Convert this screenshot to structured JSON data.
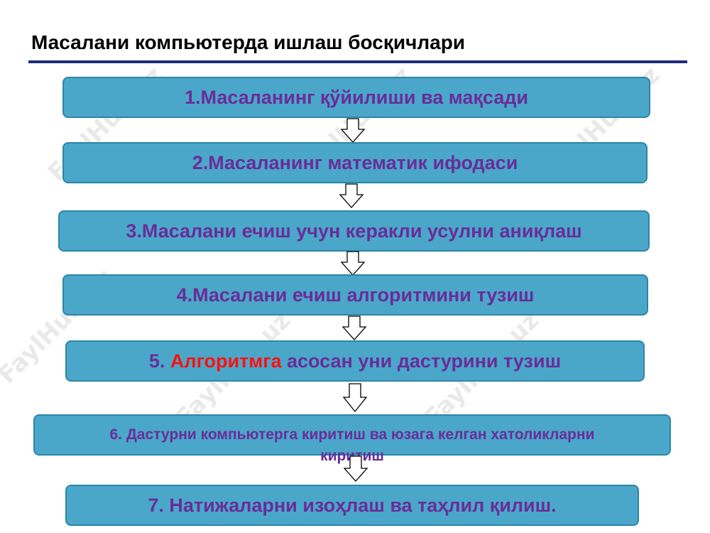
{
  "title": "Масалани компьютерда ишлаш босқичлари",
  "watermark": "FaylHub.uz",
  "steps": [
    {
      "text": "1.Масаланинг қўйилиши ва мақсади"
    },
    {
      "text": "2.Масаланинг математик ифодаси"
    },
    {
      "text": "3.Масалани ечиш учун керакли усулни аниқлаш"
    },
    {
      "text": "4.Масалани ечиш алгоритмини тузиш"
    },
    {
      "prefix": "5. ",
      "highlight": "Алгоритмга",
      "rest": " асосан уни дастурини тузиш"
    },
    {
      "line1": "6. Дастурни компьютерга киритиш ва юзага келган хатоликларни",
      "line2": "киритиш"
    },
    {
      "text": "7. Натижаларни изоҳлаш ва таҳлил қилиш."
    }
  ],
  "colors": {
    "box": "#4aa7c9",
    "border": "#2d86a8",
    "text": "#6a2c9a",
    "highlight": "#ff1010",
    "rule": "#1f2a7a"
  }
}
